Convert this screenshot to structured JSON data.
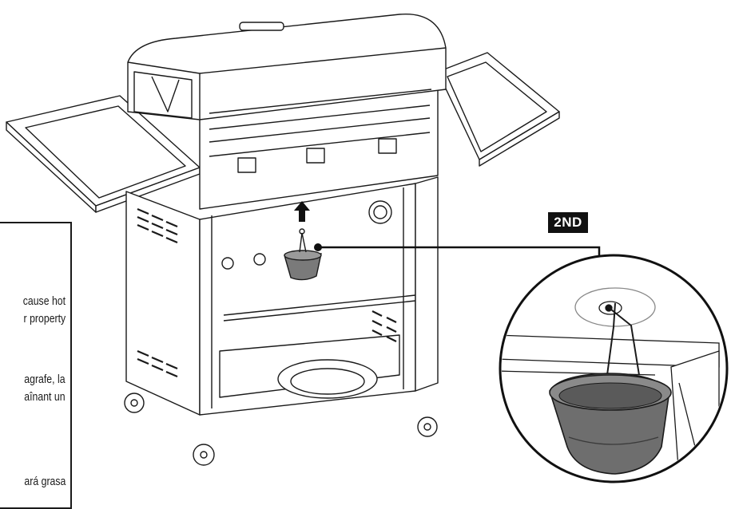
{
  "warning": {
    "lines": [
      "cause hot",
      "r property",
      "agrafe, la",
      "aînant un",
      "ará grasa"
    ]
  },
  "step": {
    "label": "2ND"
  },
  "colors": {
    "line": "#1a1a1a",
    "cup": "#7a7a7a",
    "cup_dark": "#4a4a4a",
    "badge": "#111111"
  }
}
